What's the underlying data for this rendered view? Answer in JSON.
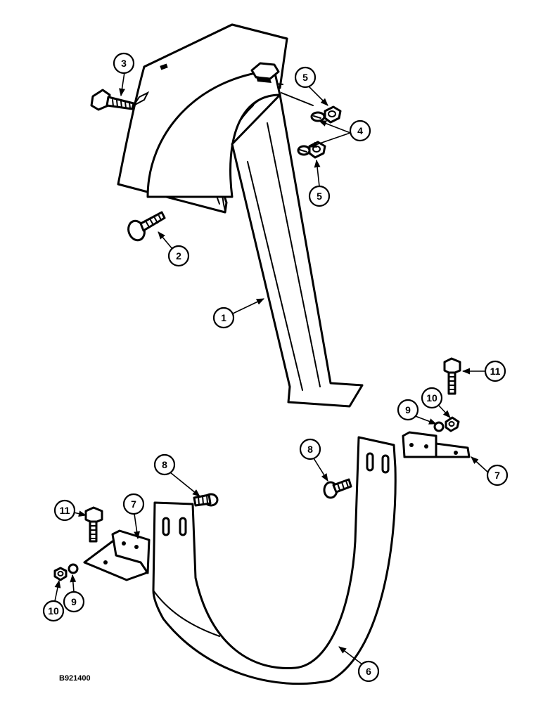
{
  "figure_code": "B921400",
  "callouts": [
    {
      "label": "1"
    },
    {
      "label": "2"
    },
    {
      "label": "3"
    },
    {
      "label": "4"
    },
    {
      "label": "5"
    },
    {
      "label": "5"
    },
    {
      "label": "6"
    },
    {
      "label": "7"
    },
    {
      "label": "7"
    },
    {
      "label": "8"
    },
    {
      "label": "8"
    },
    {
      "label": "9"
    },
    {
      "label": "9"
    },
    {
      "label": "10"
    },
    {
      "label": "10"
    },
    {
      "label": "11"
    },
    {
      "label": "11"
    }
  ]
}
